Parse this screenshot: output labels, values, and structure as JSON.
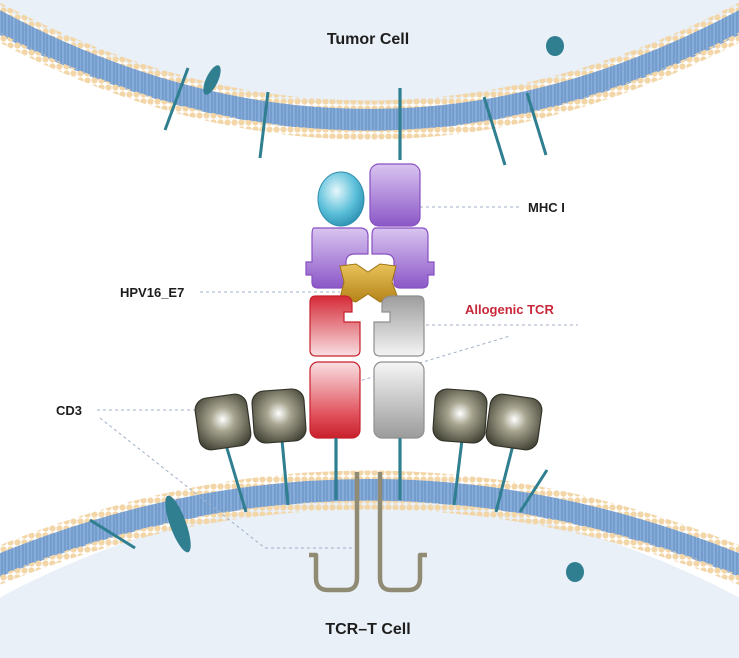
{
  "cells": {
    "top": "Tumor Cell",
    "bottom": "TCR–T Cell"
  },
  "labels": {
    "mhc": "MHC I",
    "peptide": "HPV16_E7",
    "tcr": "Allogenic TCR",
    "cd3": "CD3"
  },
  "colors": {
    "membrane": "#7fa4d4",
    "lipid_head": "#f3d6a8",
    "cytoplasm": "#e9f0f7",
    "protein_stalk": "#2f7f91",
    "mhc": "#9b6ad0",
    "beta2m": "#3fa8c8",
    "peptide": "#c79a2c",
    "tcr_alpha": "#d9333f",
    "tcr_beta": "#a8a8a8",
    "cd3": "#4a4a3c",
    "tcr_label": "#c8283a",
    "leader_line": "#9fb0c8"
  },
  "icons": {
    "membrane": "lipid-bilayer-icon",
    "receptor": "receptor-icon"
  }
}
